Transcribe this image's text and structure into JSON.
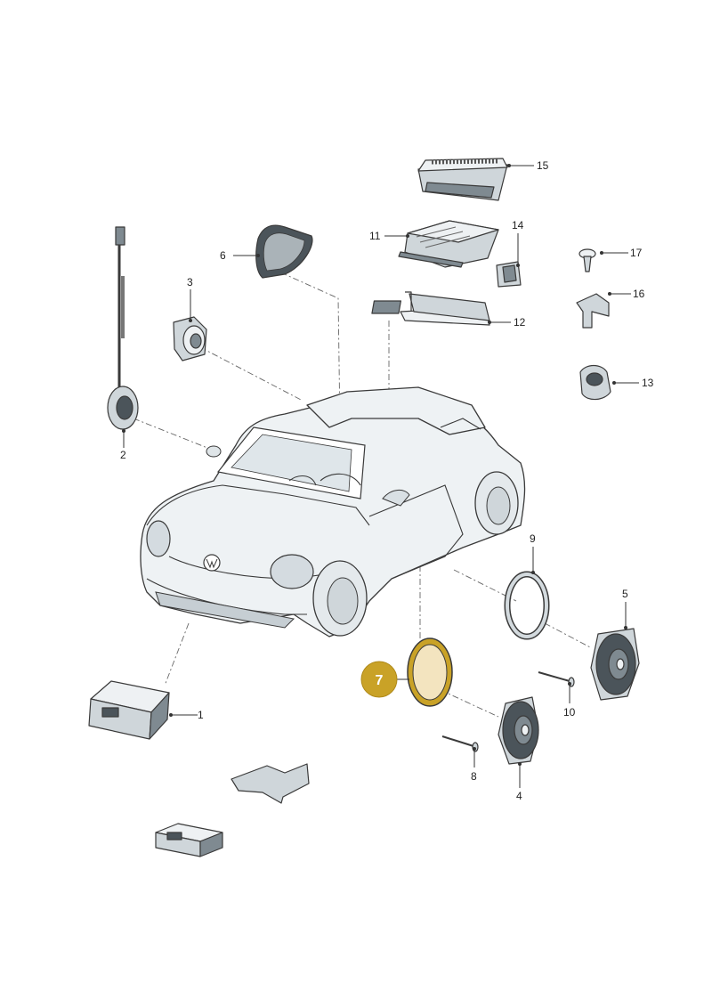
{
  "diagram": {
    "callouts": [
      {
        "id": "1",
        "text": "1"
      },
      {
        "id": "2",
        "text": "2"
      },
      {
        "id": "3",
        "text": "3"
      },
      {
        "id": "4",
        "text": "4"
      },
      {
        "id": "5",
        "text": "5"
      },
      {
        "id": "6",
        "text": "6"
      },
      {
        "id": "7",
        "text": "7"
      },
      {
        "id": "8",
        "text": "8"
      },
      {
        "id": "9",
        "text": "9"
      },
      {
        "id": "10",
        "text": "10"
      },
      {
        "id": "11",
        "text": "11"
      },
      {
        "id": "12",
        "text": "12"
      },
      {
        "id": "13",
        "text": "13"
      },
      {
        "id": "14",
        "text": "14"
      },
      {
        "id": "15",
        "text": "15"
      },
      {
        "id": "16",
        "text": "16"
      },
      {
        "id": "17",
        "text": "17"
      }
    ],
    "highlight": {
      "label": "7",
      "color": "#c9a227"
    }
  }
}
